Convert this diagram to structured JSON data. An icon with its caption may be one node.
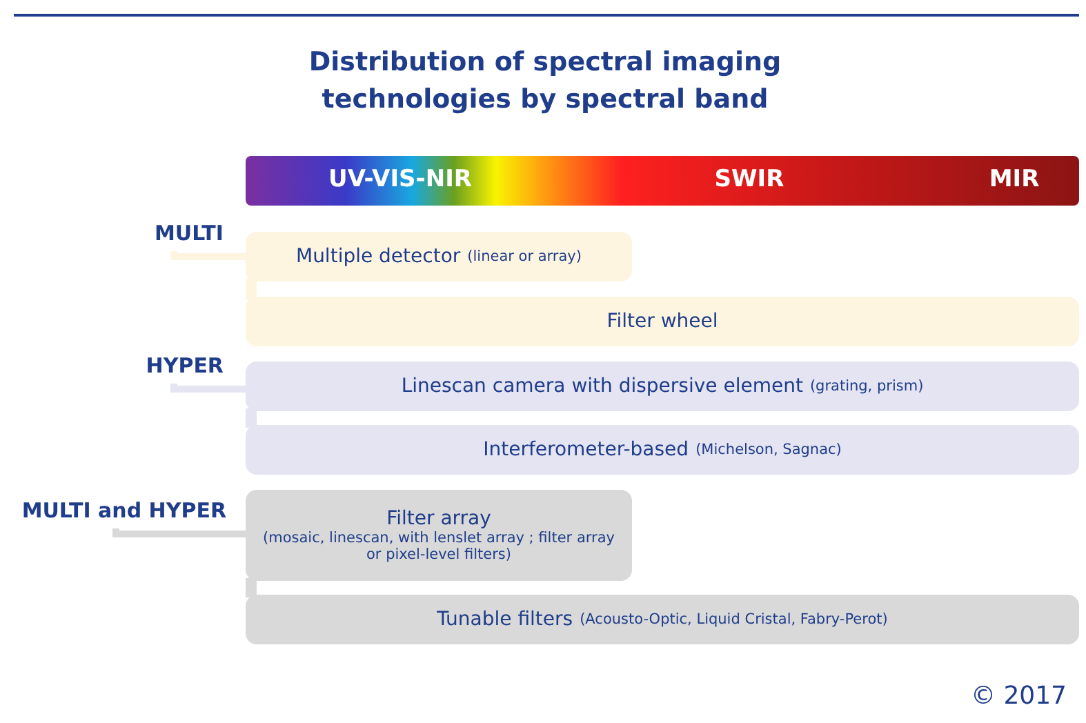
{
  "diagram": {
    "title": "Distribution of spectral imaging technologies by spectral band",
    "nodes": [
      {
        "text": [
          "UV-VIS-NIR",
          "SWIR",
          "MIR"
        ]
      },
      {
        "text": [
          "MULTI"
        ]
      },
      {
        "text": [
          "Multiple detector",
          "(linear or array)"
        ]
      },
      {
        "text": [
          "Filter wheel"
        ]
      },
      {
        "text": [
          "HYPER"
        ]
      },
      {
        "text": [
          "Linescan camera with dispersive element",
          "(grating, prism)"
        ]
      },
      {
        "text": [
          "Interferometer-based",
          "(Michelson, Sagnac)"
        ]
      },
      {
        "text": [
          "MULTI and HYPER"
        ]
      },
      {
        "text": [
          "Filter array",
          "(mosaic, linescan, with lenslet array ; filter array or pixel-level filters)"
        ]
      },
      {
        "text": [
          "Tunable filters",
          "(Acousto-Optic, Liquid Cristal, Fabry-Perot)"
        ]
      }
    ],
    "edges": [
      {
        "from": 1,
        "to": 2,
        "arrow": "none"
      },
      {
        "from": 4,
        "to": 5,
        "arrow": "none"
      },
      {
        "from": 7,
        "to": 8,
        "arrow": "none"
      }
    ],
    "labels": [
      "© 2017"
    ]
  }
}
